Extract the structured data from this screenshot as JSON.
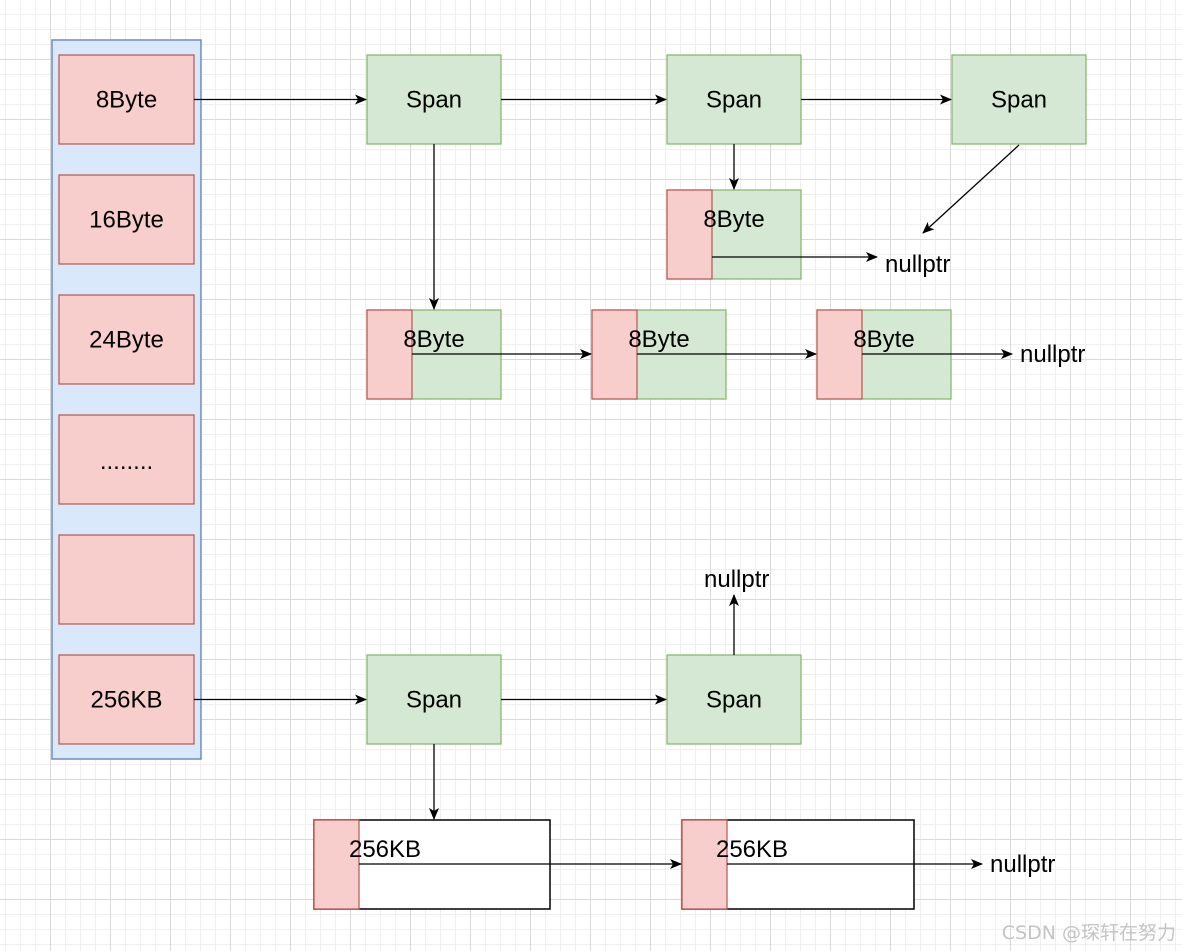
{
  "diagram": {
    "size_classes": [
      {
        "label": "8Byte"
      },
      {
        "label": "16Byte"
      },
      {
        "label": "24Byte"
      },
      {
        "label": "........"
      },
      {
        "label": ""
      },
      {
        "label": "256KB"
      }
    ],
    "span_label": "Span",
    "block_8byte_label": "8Byte",
    "block_256kb_label": "256KB",
    "null_label": "nullptr",
    "colors": {
      "array_fill": "#dae8fc",
      "array_stroke": "#6c8ebf",
      "slot_fill": "#f8cecc",
      "slot_stroke": "#b85450",
      "span_fill": "#d5e8d4",
      "span_stroke": "#82b366",
      "edge": "#000000"
    }
  },
  "watermark": "CSDN @琛轩在努力"
}
